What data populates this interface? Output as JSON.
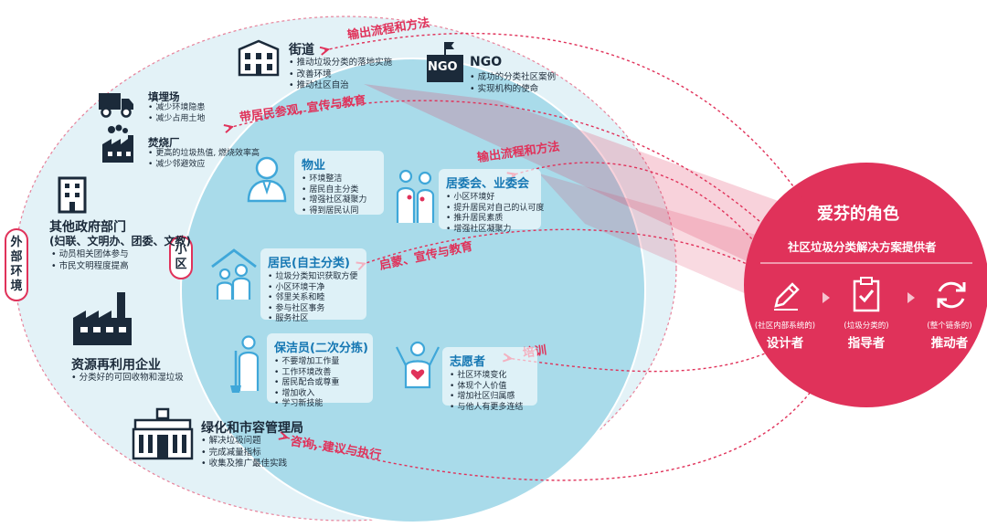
{
  "outer_label": "外部环境",
  "inner_label": "小区",
  "role": {
    "title": "爱芬的角色",
    "subtitle": "社区垃圾分类解决方案提供者",
    "items": [
      {
        "small": "(社区内部系统的)",
        "big": "设计者",
        "icon": "pencil-icon"
      },
      {
        "small": "(垃圾分类的)",
        "big": "指导者",
        "icon": "clipboard-check-icon"
      },
      {
        "small": "(整个链条的)",
        "big": "推动者",
        "icon": "refresh-icon"
      }
    ],
    "color": "#e0325a"
  },
  "arrow_labels": {
    "output_top": "输出流程和方法",
    "engage": "带居民参观, 宣传与教育",
    "output_inner": "输出流程和方法",
    "enlighten": "启蒙、宣传与教育",
    "training": "培训",
    "consult": "咨询, 建议与执行"
  },
  "external": {
    "street": {
      "title": "街道",
      "points": [
        "推动垃圾分类的落地实施",
        "改善环境",
        "推动社区自治"
      ]
    },
    "ngo": {
      "title": "NGO",
      "logo_text": "NGO",
      "points": [
        "成功的分类社区案例",
        "实现机构的使命"
      ]
    },
    "landfill": {
      "title": "填埋场",
      "points": [
        "减少环境隐患",
        "减少占用土地"
      ]
    },
    "incinerator": {
      "title": "焚烧厂",
      "points": [
        "更高的垃圾热值, 燃烧效率高",
        "减少邻避效应"
      ]
    },
    "gov": {
      "title": "其他政府部门",
      "subtitle": "(妇联、文明办、团委、文教)",
      "points": [
        "动员相关团体参与",
        "市民文明程度提高"
      ]
    },
    "recycle": {
      "title": "资源再利用企业",
      "points": [
        "分类好的可回收物和湿垃圾"
      ]
    },
    "greening": {
      "title": "绿化和市容管理局",
      "points": [
        "解决垃圾问题",
        "完成减量指标",
        "收集及推广最佳实践"
      ]
    }
  },
  "community": {
    "property": {
      "title": "物业",
      "points": [
        "环境整洁",
        "居民自主分类",
        "增强社区凝聚力",
        "得到居民认同"
      ]
    },
    "committee": {
      "title": "居委会、业委会",
      "points": [
        "小区环境好",
        "提升居民对自己的认可度",
        "推升居民素质",
        "增强社区凝聚力"
      ]
    },
    "residents": {
      "title": "居民(自主分类)",
      "points": [
        "垃圾分类知识获取方便",
        "小区环境干净",
        "邻里关系和睦",
        "参与社区事务",
        "服务社区"
      ]
    },
    "cleaner": {
      "title": "保洁员(二次分拣)",
      "points": [
        "不要增加工作量",
        "工作环境改善",
        "居民配合或尊重",
        "增加收入",
        "学习新技能"
      ]
    },
    "volunteer": {
      "title": "志愿者",
      "points": [
        "社区环境变化",
        "体现个人价值",
        "增加社区归属感",
        "与他人有更多连结"
      ]
    }
  },
  "colors": {
    "outer": "#e3f2f7",
    "inner": "#a9dbea",
    "accent": "#e0325a",
    "card_title": "#1577b3",
    "icon": "#1b2a3a",
    "icon_blue": "#3fa7d9"
  }
}
